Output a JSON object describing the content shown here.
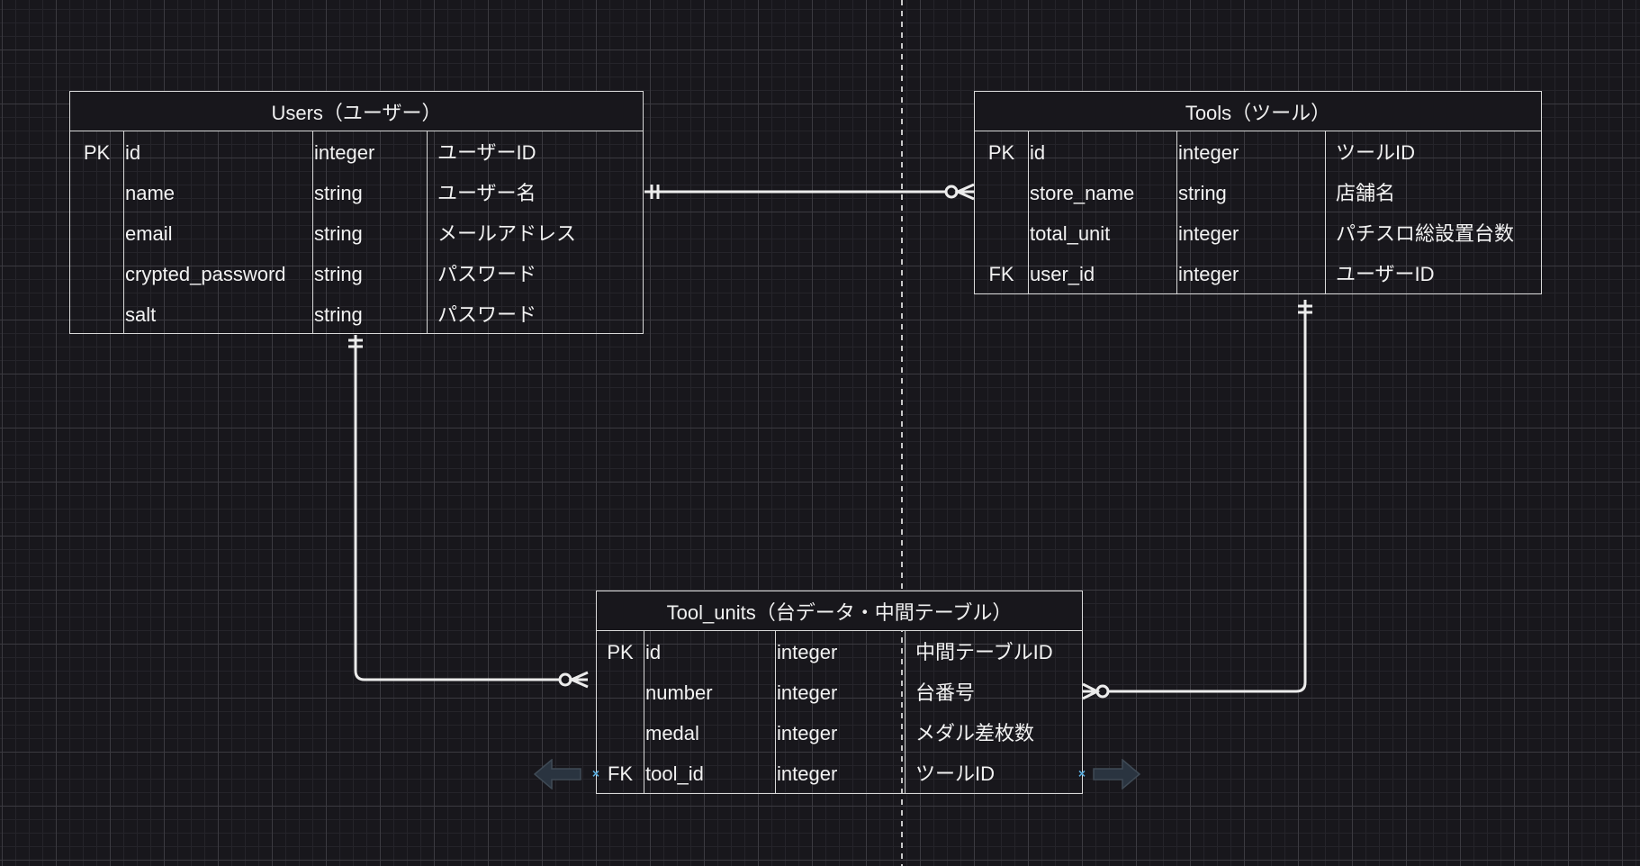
{
  "diagram": {
    "type": "er-diagram",
    "entities": {
      "users": {
        "title": "Users（ユーザー）",
        "rows": [
          {
            "key": "PK",
            "name": "id",
            "type": "integer",
            "desc": "ユーザーID"
          },
          {
            "key": "",
            "name": "name",
            "type": "string",
            "desc": "ユーザー名"
          },
          {
            "key": "",
            "name": "email",
            "type": "string",
            "desc": "メールアドレス"
          },
          {
            "key": "",
            "name": "crypted_password",
            "type": "string",
            "desc": "パスワード"
          },
          {
            "key": "",
            "name": "salt",
            "type": "string",
            "desc": "パスワード"
          }
        ]
      },
      "tools": {
        "title": "Tools（ツール）",
        "rows": [
          {
            "key": "PK",
            "name": "id",
            "type": "integer",
            "desc": "ツールID"
          },
          {
            "key": "",
            "name": "store_name",
            "type": "string",
            "desc": "店舗名"
          },
          {
            "key": "",
            "name": "total_unit",
            "type": "integer",
            "desc": "パチスロ総設置台数"
          },
          {
            "key": "FK",
            "name": "user_id",
            "type": "integer",
            "desc": "ユーザーID"
          }
        ]
      },
      "tool_units": {
        "title": "Tool_units（台データ・中間テーブル）",
        "rows": [
          {
            "key": "PK",
            "name": "id",
            "type": "integer",
            "desc": "中間テーブルID"
          },
          {
            "key": "",
            "name": "number",
            "type": "integer",
            "desc": "台番号"
          },
          {
            "key": "",
            "name": "medal",
            "type": "integer",
            "desc": "メダル差枚数"
          },
          {
            "key": "FK",
            "name": "tool_id",
            "type": "integer",
            "desc": "ツールID"
          }
        ]
      }
    },
    "relationships": [
      {
        "from": "users",
        "to": "tools",
        "from_cardinality": "one-and-only-one",
        "to_cardinality": "zero-or-many"
      },
      {
        "from": "users",
        "to": "tool_units",
        "from_cardinality": "one-and-only-one",
        "to_cardinality": "zero-or-many"
      },
      {
        "from": "tools",
        "to": "tool_units",
        "from_cardinality": "one-and-only-one",
        "to_cardinality": "zero-or-many"
      }
    ],
    "colors": {
      "background": "#18171c",
      "line": "#ececec",
      "border": "#d8d8d8",
      "hint_arrow": "#2a3440",
      "marker": "#5aaee0"
    },
    "icons": {
      "left_hint": "arrow-left-icon",
      "right_hint": "arrow-right-icon",
      "marker": "x-marker-icon"
    }
  }
}
